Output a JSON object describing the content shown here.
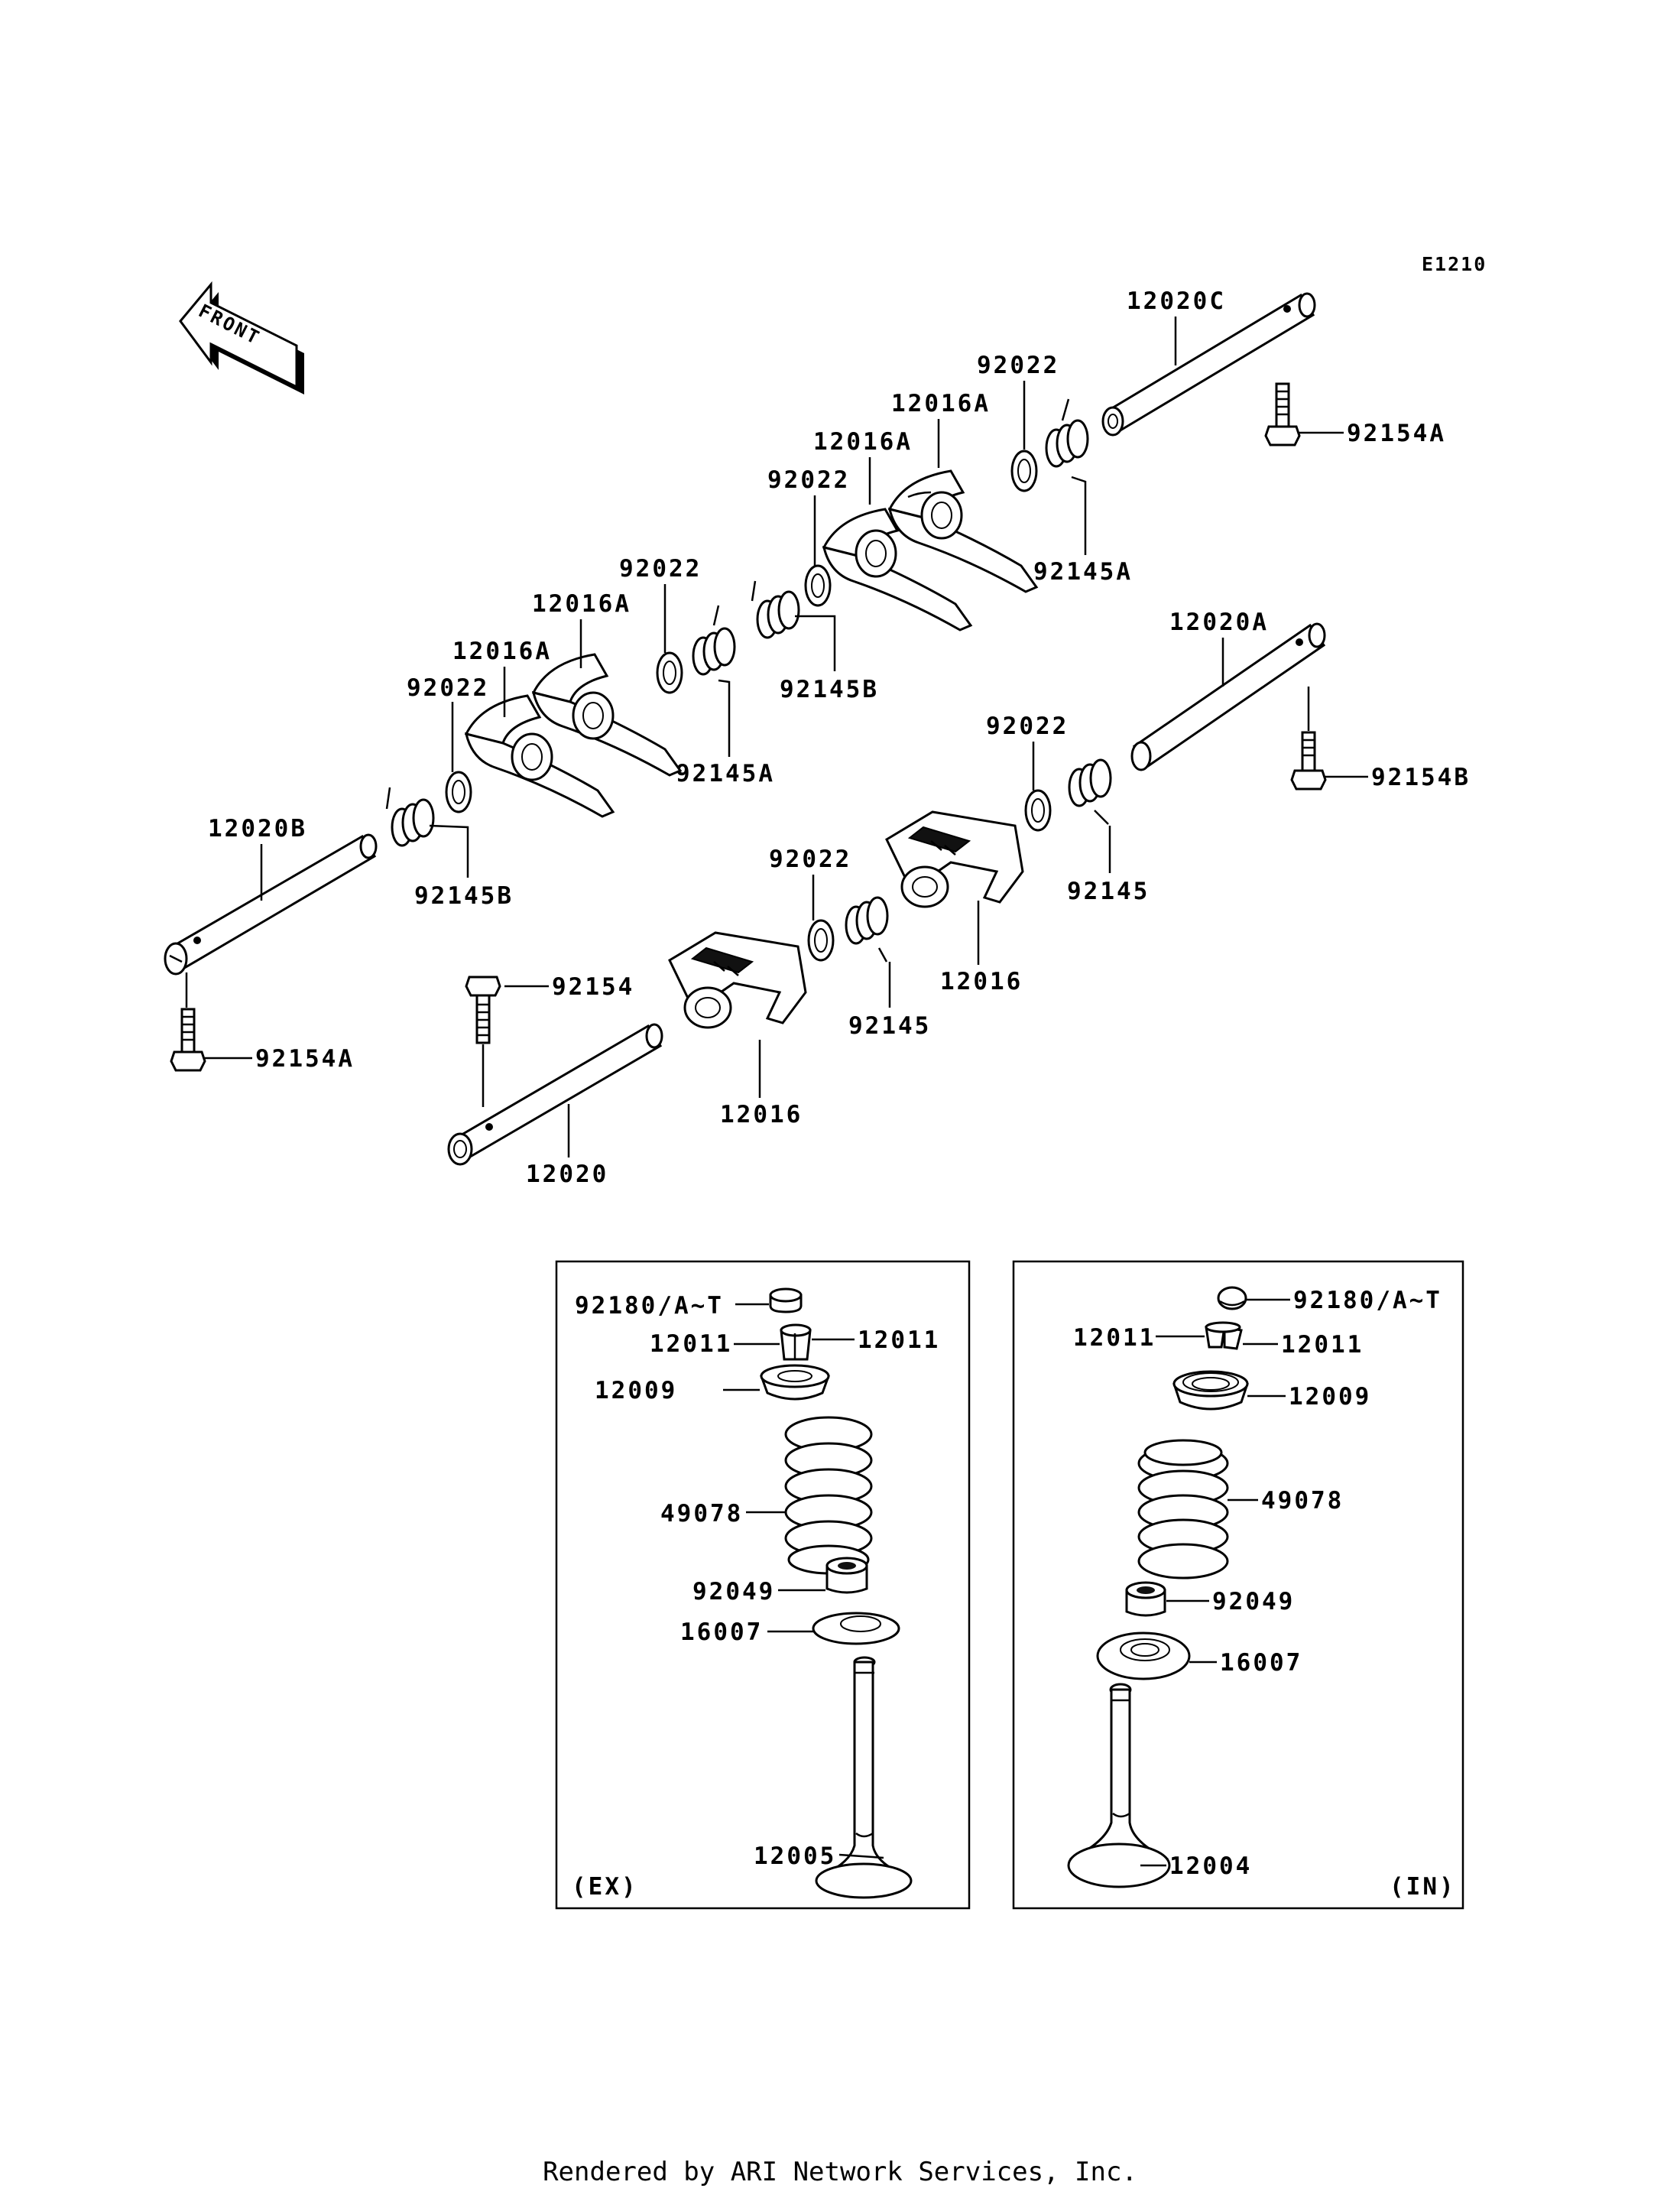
{
  "diagram_code": "E1210",
  "front_label": "FRONT",
  "footer": "Rendered by ARI Network Services, Inc.",
  "parts": {
    "p12020C": "12020C",
    "p92154A_top": "92154A",
    "p92022_1": "92022",
    "p12016A_1": "12016A",
    "p12016A_2": "12016A",
    "p92022_2": "92022",
    "p92145A_1": "92145A",
    "p92022_3": "92022",
    "p12016A_3": "12016A",
    "p12016A_4": "12016A",
    "p92022_4": "92022",
    "p92145B_1": "92145B",
    "p92145A_2": "92145A",
    "p12020A": "12020A",
    "p92154B": "92154B",
    "p92022_5": "92022",
    "p92145_1": "92145",
    "p12020B": "12020B",
    "p92145B_2": "92145B",
    "p92022_6": "92022",
    "p12016_1": "12016",
    "p92154": "92154",
    "p92154A_bot": "92154A",
    "p92145_2": "92145",
    "p12016_2": "12016",
    "p12020": "12020"
  },
  "ex_box": {
    "corner_label": "(EX)",
    "p92180": "92180/A~T",
    "p12011_l": "12011",
    "p12011_r": "12011",
    "p12009": "12009",
    "p49078": "49078",
    "p92049": "92049",
    "p16007": "16007",
    "p12005": "12005"
  },
  "in_box": {
    "corner_label": "(IN)",
    "p92180": "92180/A~T",
    "p12011_l": "12011",
    "p12011_r": "12011",
    "p12009": "12009",
    "p49078": "49078",
    "p92049": "92049",
    "p16007": "16007",
    "p12004": "12004"
  }
}
